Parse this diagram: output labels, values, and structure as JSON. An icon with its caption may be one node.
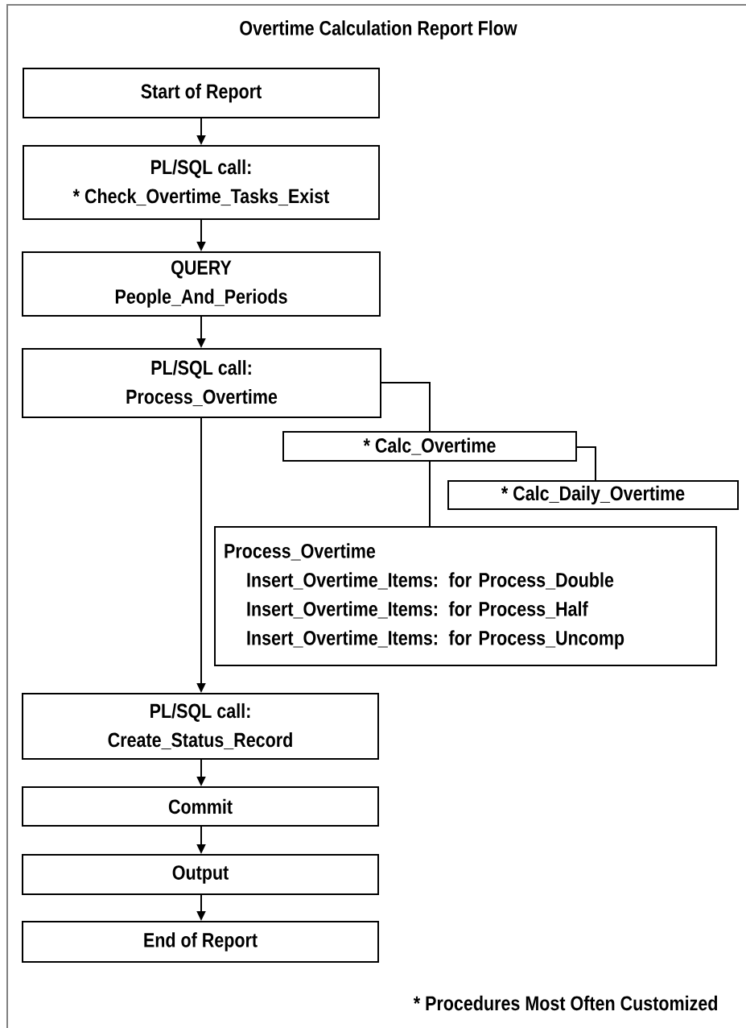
{
  "diagram": {
    "title": "Overtime Calculation Report Flow",
    "nodes": [
      {
        "text": [
          "Start of Report"
        ]
      },
      {
        "text": [
          "PL/SQL call:",
          "* Check_Overtime_Tasks_Exist"
        ]
      },
      {
        "text": [
          "QUERY",
          "People_And_Periods"
        ]
      },
      {
        "text": [
          "PL/SQL call:",
          "Process_Overtime"
        ]
      },
      {
        "text": [
          "* Calc_Overtime"
        ]
      },
      {
        "text": [
          "* Calc_Daily_Overtime"
        ]
      },
      {
        "text": [
          "Process_Overtime",
          "Insert_Overtime_Items: for Process_Double",
          "Insert_Overtime_Items: for Process_Half",
          "Insert_Overtime_Items: for Process_Uncomp"
        ]
      },
      {
        "text": [
          "PL/SQL call:",
          "Create_Status_Record"
        ]
      },
      {
        "text": [
          "Commit"
        ]
      },
      {
        "text": [
          "Output"
        ]
      },
      {
        "text": [
          "End of Report"
        ]
      }
    ],
    "edges": [
      {
        "from": 0,
        "to": 1,
        "arrow": "to"
      },
      {
        "from": 1,
        "to": 2,
        "arrow": "to"
      },
      {
        "from": 2,
        "to": 3,
        "arrow": "to"
      },
      {
        "from": 3,
        "to": 4,
        "arrow": "none"
      },
      {
        "from": 4,
        "to": 5,
        "arrow": "none"
      },
      {
        "from": 4,
        "to": 6,
        "arrow": "none"
      },
      {
        "from": 3,
        "to": 7,
        "arrow": "to"
      },
      {
        "from": 7,
        "to": 8,
        "arrow": "to"
      },
      {
        "from": 8,
        "to": 9,
        "arrow": "to"
      },
      {
        "from": 9,
        "to": 10,
        "arrow": "to"
      }
    ],
    "labels": [
      "* Procedures Most Often Customized"
    ]
  }
}
